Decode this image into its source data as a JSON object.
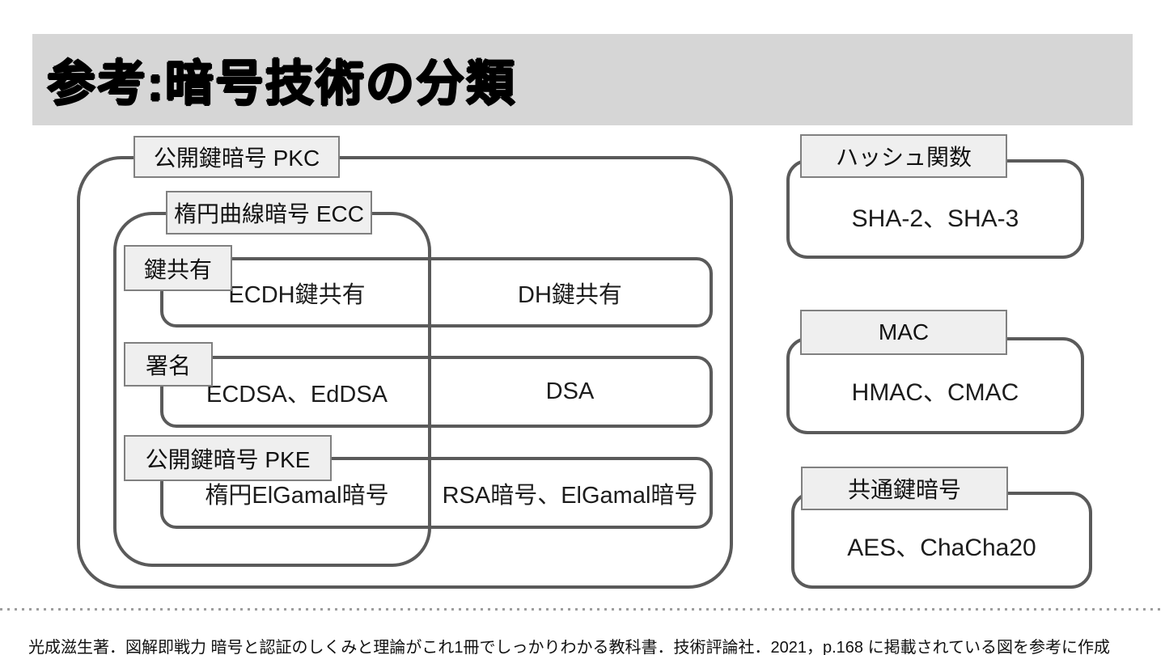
{
  "title": "参考:暗号技術の分類",
  "diagram": {
    "pkc_label": "公開鍵暗号 PKC",
    "ecc_label": "楕円曲線暗号 ECC",
    "rows": [
      {
        "label": "鍵共有",
        "ecc": "ECDH鍵共有",
        "non_ecc": "DH鍵共有"
      },
      {
        "label": "署名",
        "ecc": "ECDSA、EdDSA",
        "non_ecc": "DSA"
      },
      {
        "label": "公開鍵暗号 PKE",
        "ecc": "楕円ElGamal暗号",
        "non_ecc": "RSA暗号、ElGamal暗号"
      }
    ],
    "side_boxes": [
      {
        "label": "ハッシュ関数",
        "items": "SHA-2、SHA-3"
      },
      {
        "label": "MAC",
        "items": "HMAC、CMAC"
      },
      {
        "label": "共通鍵暗号",
        "items": "AES、ChaCha20"
      }
    ]
  },
  "footer": {
    "citation": "光成滋生著．図解即戦力 暗号と認証のしくみと理論がこれ1冊でしっかりわかる教科書．技術評論社．2021，p.168 に掲載されている図を参考に作成"
  },
  "colors": {
    "banner_background": "#d6d6d6",
    "outline": "#5a5a5a",
    "tag_fill": "#efefef",
    "tag_border": "#808080",
    "divider_dots": "#9e9e9e",
    "background": "#ffffff"
  }
}
